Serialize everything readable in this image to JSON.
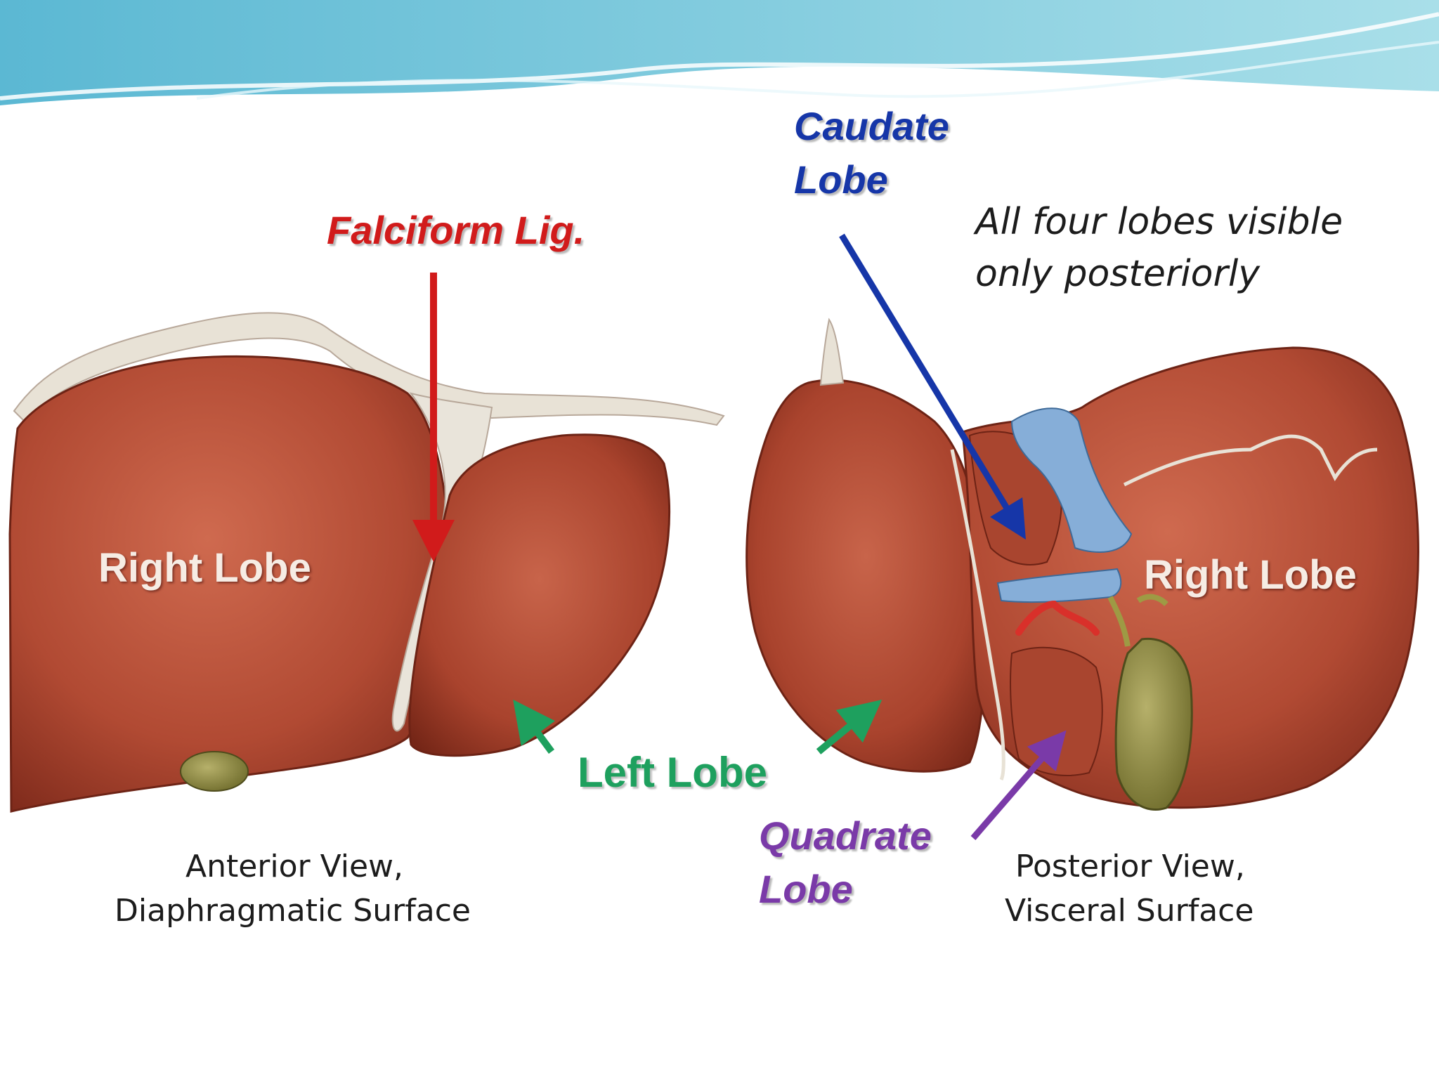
{
  "colors": {
    "falciform": "#d11b1b",
    "caudate": "#1636a8",
    "left_lobe": "#1ea05e",
    "quadrate": "#7a3aa8",
    "liver": "#b54a33",
    "gallbladder": "#8c8a3a",
    "vessel": "#7fa8d4",
    "header_wave": "#7cc7dd"
  },
  "labels": {
    "caudate_line1": "Caudate",
    "caudate_line2": "Lobe",
    "falciform": "Falciform Lig.",
    "note_line1": "All four lobes visible",
    "note_line2": "only posteriorly",
    "right_lobe_anterior": "Right Lobe",
    "right_lobe_posterior": "Right Lobe",
    "left_lobe": "Left Lobe",
    "quadrate_line1": "Quadrate",
    "quadrate_line2": "Lobe",
    "anterior_caption_line1": "Anterior View,",
    "anterior_caption_line2": "Diaphragmatic Surface",
    "posterior_caption_line1": "Posterior View,",
    "posterior_caption_line2": "Visceral Surface"
  }
}
